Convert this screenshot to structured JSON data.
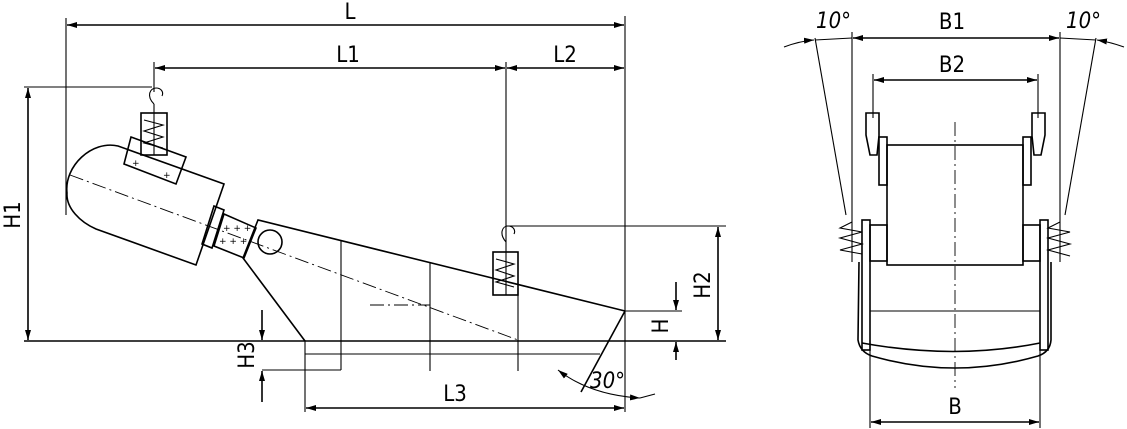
{
  "side_view": {
    "dimensions": {
      "L": "L",
      "L1": "L1",
      "L2": "L2",
      "L3": "L3",
      "H": "H",
      "H1": "H1",
      "H2": "H2",
      "H3": "H3",
      "angle": "30°"
    }
  },
  "end_view": {
    "dimensions": {
      "B": "B",
      "B1": "B1",
      "B2": "B2",
      "angle_left": "10°",
      "angle_right": "10°"
    }
  }
}
